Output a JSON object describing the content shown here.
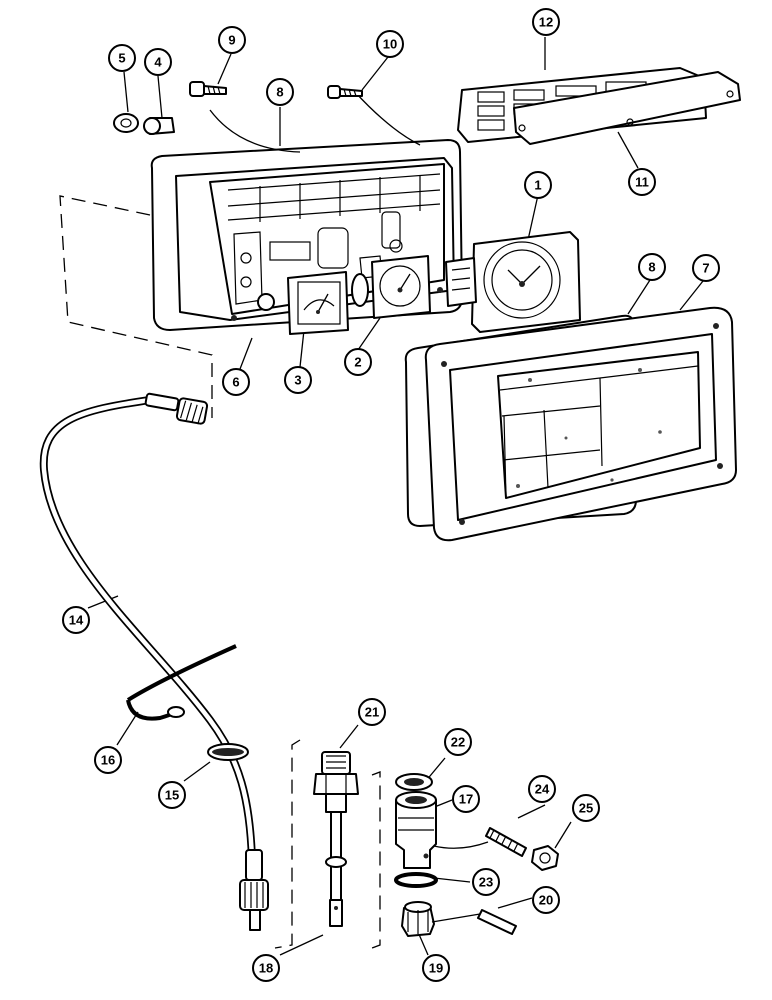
{
  "callouts": [
    {
      "id": "1",
      "part": "clock"
    },
    {
      "id": "2",
      "part": "temperature-gauge"
    },
    {
      "id": "3",
      "part": "ammeter-gauge"
    },
    {
      "id": "4",
      "part": "bulb-holder"
    },
    {
      "id": "5",
      "part": "bulb"
    },
    {
      "id": "6",
      "part": "instrument-housing"
    },
    {
      "id": "7",
      "part": "instrument-bezel"
    },
    {
      "id": "8",
      "part": "gasket"
    },
    {
      "id": "9",
      "part": "screw"
    },
    {
      "id": "10",
      "part": "screw"
    },
    {
      "id": "11",
      "part": "rear-plate"
    },
    {
      "id": "12",
      "part": "warning-lamp-panel"
    },
    {
      "id": "14",
      "part": "speedometer-cable"
    },
    {
      "id": "15",
      "part": "grommet"
    },
    {
      "id": "16",
      "part": "cable-strap"
    },
    {
      "id": "17",
      "part": "adapter-housing"
    },
    {
      "id": "18",
      "part": "drive-shaft"
    },
    {
      "id": "19",
      "part": "nut"
    },
    {
      "id": "20",
      "part": "pin"
    },
    {
      "id": "21",
      "part": "adapter"
    },
    {
      "id": "22",
      "part": "seal"
    },
    {
      "id": "23",
      "part": "o-ring"
    },
    {
      "id": "24",
      "part": "stud"
    },
    {
      "id": "25",
      "part": "lock-nut"
    }
  ]
}
